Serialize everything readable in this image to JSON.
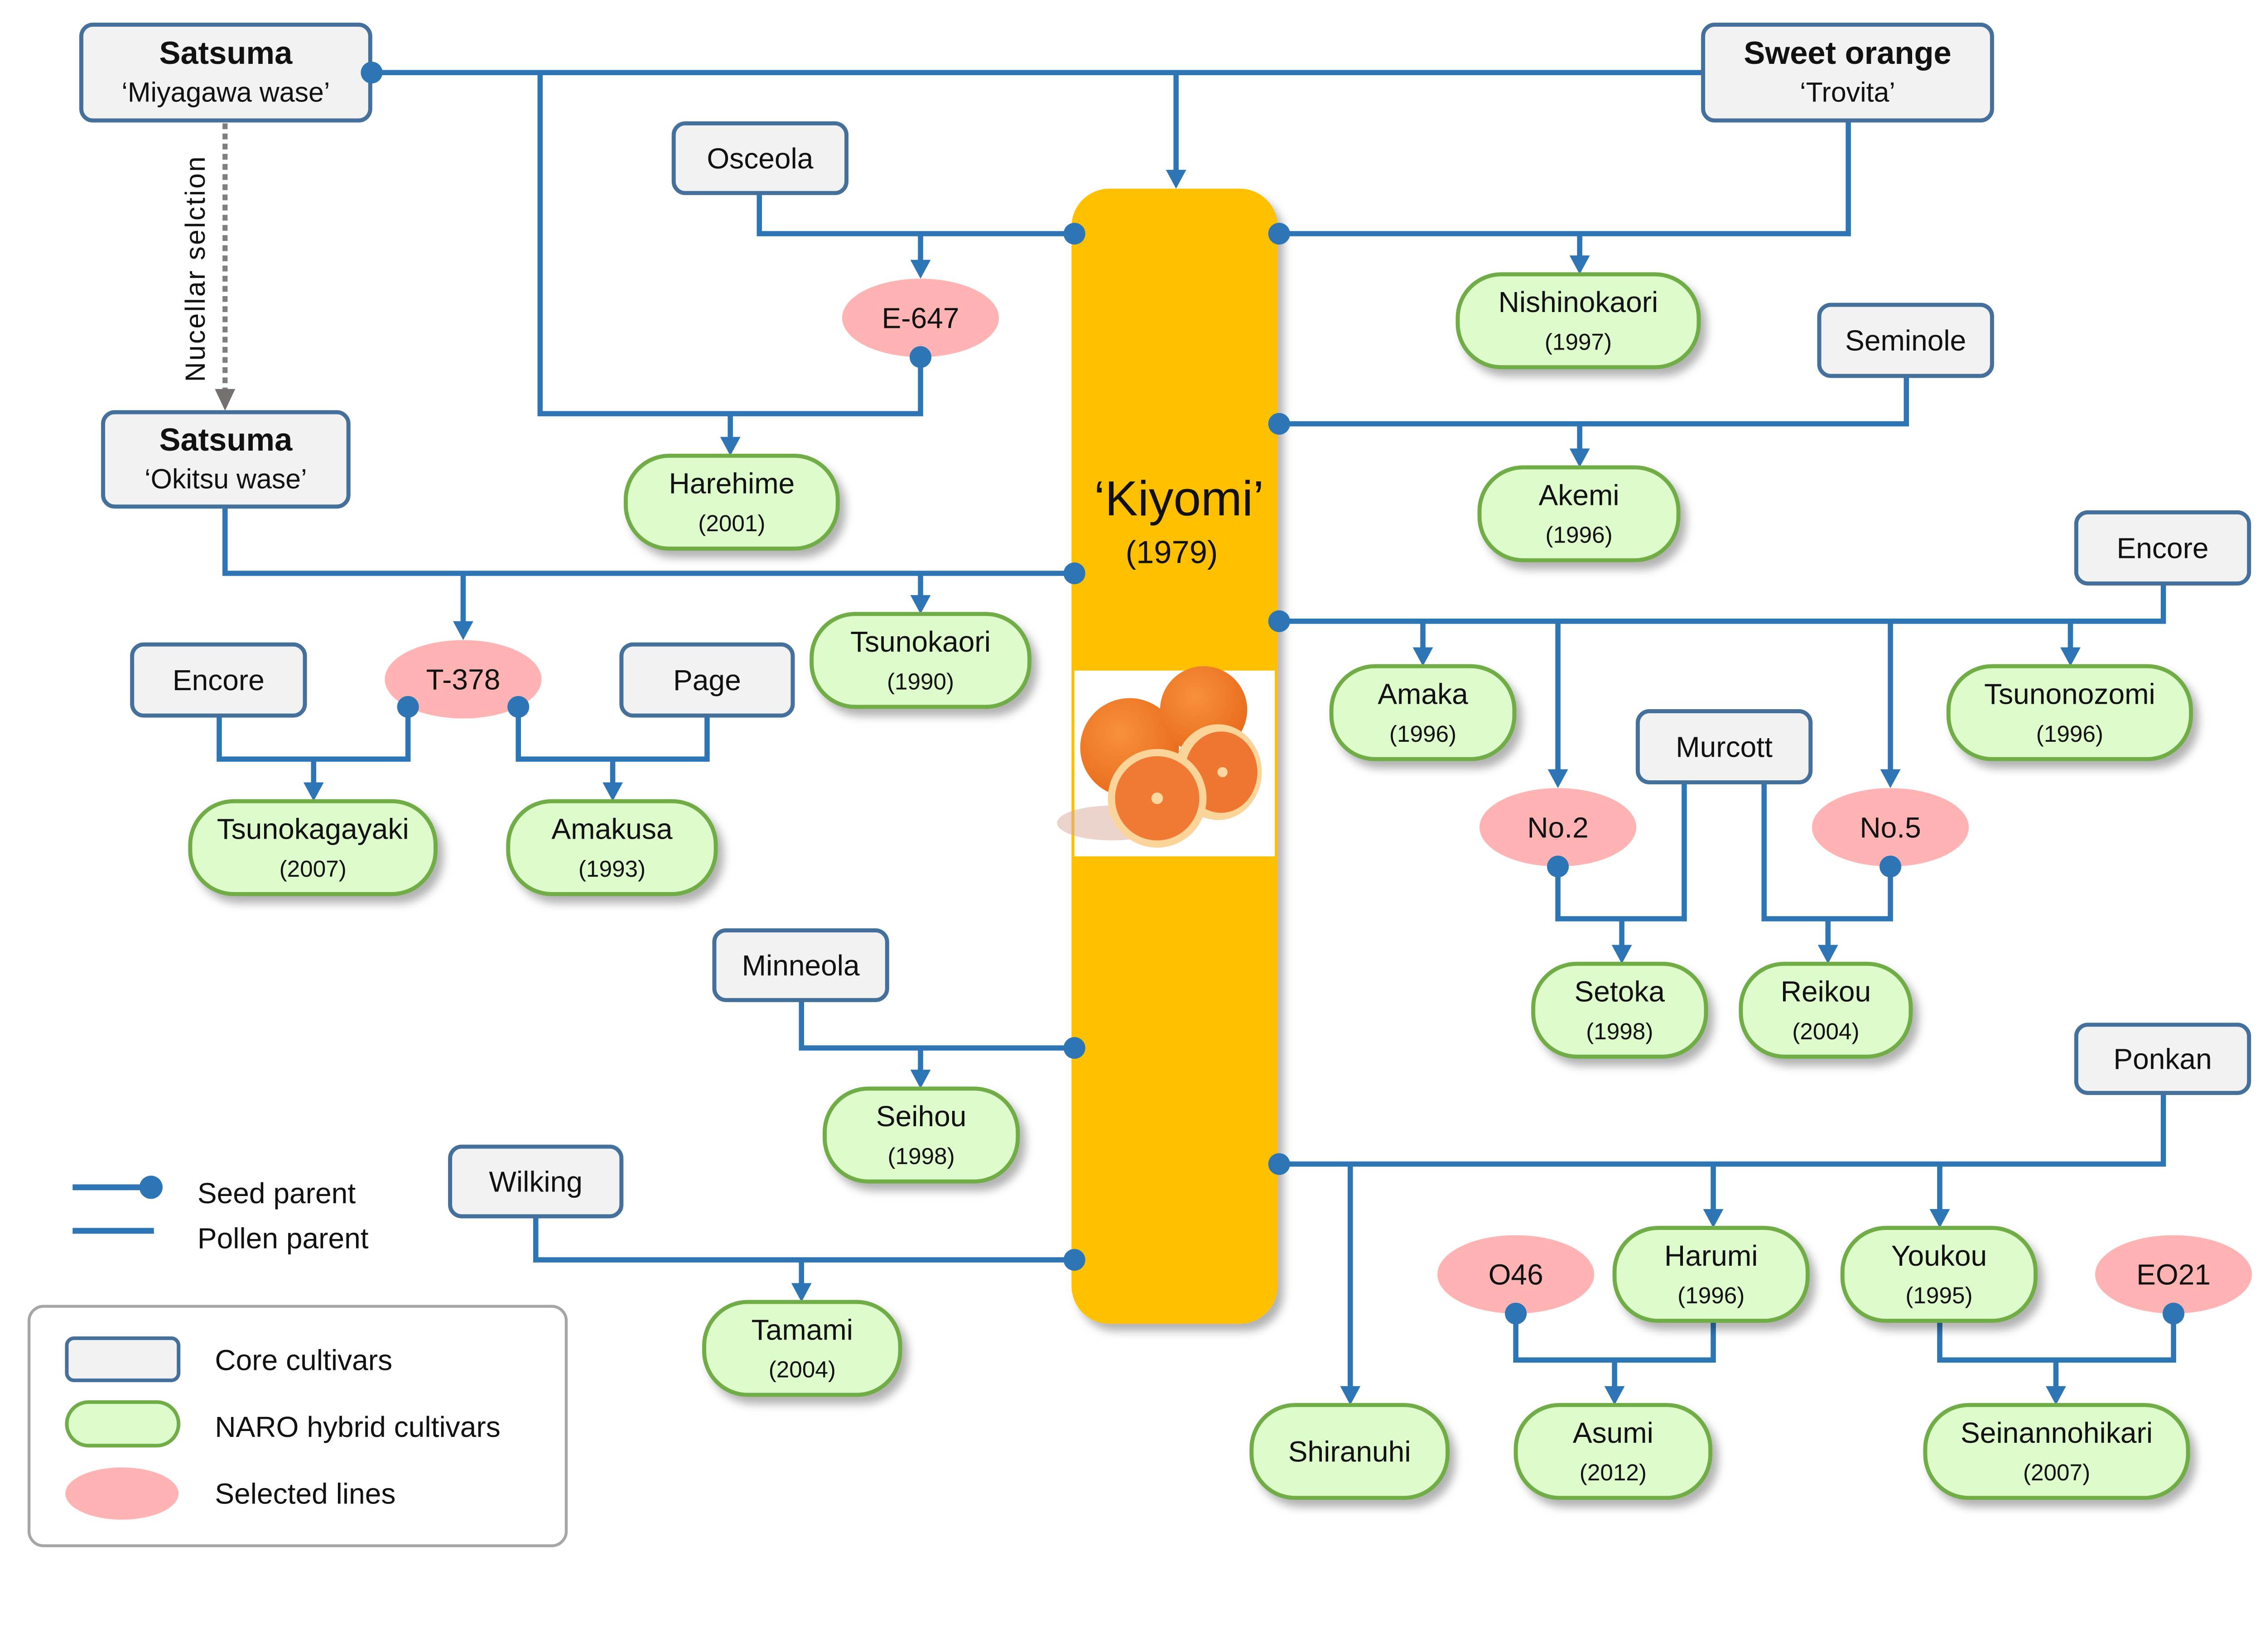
{
  "colors": {
    "line": "#2E75B6",
    "core_fill": "#F2F2F2",
    "core_stroke": "#44709B",
    "hybrid_fill": "#DDFBCB",
    "hybrid_stroke": "#70AD47",
    "selected_fill": "#FFB3B3",
    "kiyomi_fill": "#FFC000",
    "nucellar_line": "#7F7F7F"
  },
  "center": {
    "label": "‘Kiyomi’",
    "year": "(1979)",
    "photo": "oranges-photo"
  },
  "nucellar_label": "Nucellar selction",
  "nodes": [
    {
      "id": "satsuma_m",
      "type": "core",
      "label": "Satsuma",
      "sub": "‘Miyagawa wase’",
      "bold": true
    },
    {
      "id": "sweet_orange",
      "type": "core",
      "label": "Sweet orange",
      "sub": "‘Trovita’",
      "bold": true
    },
    {
      "id": "osceola",
      "type": "core",
      "label": "Osceola"
    },
    {
      "id": "satsuma_o",
      "type": "core",
      "label": "Satsuma",
      "sub": "‘Okitsu wase’",
      "bold": true
    },
    {
      "id": "seminole",
      "type": "core",
      "label": "Seminole"
    },
    {
      "id": "encore_r",
      "type": "core",
      "label": "Encore"
    },
    {
      "id": "encore_l",
      "type": "core",
      "label": "Encore"
    },
    {
      "id": "page",
      "type": "core",
      "label": "Page"
    },
    {
      "id": "murcott",
      "type": "core",
      "label": "Murcott"
    },
    {
      "id": "minneola",
      "type": "core",
      "label": "Minneola"
    },
    {
      "id": "ponkan",
      "type": "core",
      "label": "Ponkan"
    },
    {
      "id": "wilking",
      "type": "core",
      "label": "Wilking"
    },
    {
      "id": "e647",
      "type": "selected",
      "label": "E-647"
    },
    {
      "id": "t378",
      "type": "selected",
      "label": "T-378"
    },
    {
      "id": "no2",
      "type": "selected",
      "label": "No.2"
    },
    {
      "id": "no5",
      "type": "selected",
      "label": "No.5"
    },
    {
      "id": "o46",
      "type": "selected",
      "label": "O46"
    },
    {
      "id": "eo21",
      "type": "selected",
      "label": "EO21"
    },
    {
      "id": "harehime",
      "type": "hybrid",
      "label": "Harehime",
      "sub": "(2001)"
    },
    {
      "id": "nishinokaori",
      "type": "hybrid",
      "label": "Nishinokaori",
      "sub": "(1997)"
    },
    {
      "id": "akemi",
      "type": "hybrid",
      "label": "Akemi",
      "sub": "(1996)"
    },
    {
      "id": "tsunokaori",
      "type": "hybrid",
      "label": "Tsunokaori",
      "sub": "(1990)"
    },
    {
      "id": "tsunokagayaki",
      "type": "hybrid",
      "label": "Tsunokagayaki",
      "sub": "(2007)"
    },
    {
      "id": "amakusa",
      "type": "hybrid",
      "label": "Amakusa",
      "sub": "(1993)"
    },
    {
      "id": "amaka",
      "type": "hybrid",
      "label": "Amaka",
      "sub": "(1996)"
    },
    {
      "id": "tsunonozomi",
      "type": "hybrid",
      "label": "Tsunonozomi",
      "sub": "(1996)"
    },
    {
      "id": "setoka",
      "type": "hybrid",
      "label": "Setoka",
      "sub": "(1998)"
    },
    {
      "id": "reikou",
      "type": "hybrid",
      "label": "Reikou",
      "sub": "(2004)"
    },
    {
      "id": "seihou",
      "type": "hybrid",
      "label": "Seihou",
      "sub": "(1998)"
    },
    {
      "id": "tamami",
      "type": "hybrid",
      "label": "Tamami",
      "sub": "(2004)"
    },
    {
      "id": "harumi",
      "type": "hybrid",
      "label": "Harumi",
      "sub": "(1996)"
    },
    {
      "id": "youkou",
      "type": "hybrid",
      "label": "Youkou",
      "sub": "(1995)"
    },
    {
      "id": "shiranuhi",
      "type": "hybrid",
      "label": "Shiranuhi"
    },
    {
      "id": "asumi",
      "type": "hybrid",
      "label": "Asumi",
      "sub": "(2012)"
    },
    {
      "id": "seinannohikari",
      "type": "hybrid",
      "label": "Seinannohikari",
      "sub": "(2007)"
    }
  ],
  "legend": {
    "seed_parent": "Seed parent",
    "pollen_parent": "Pollen parent",
    "core": "Core cultivars",
    "hybrid": "NARO hybrid cultivars",
    "selected": "Selected lines"
  }
}
